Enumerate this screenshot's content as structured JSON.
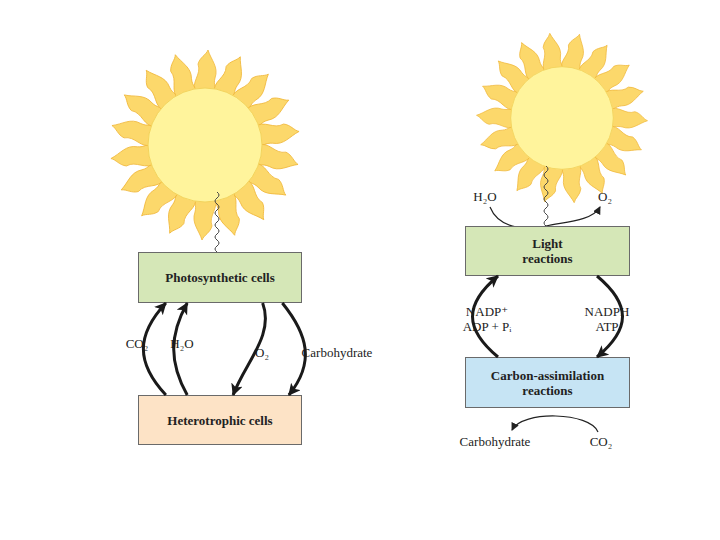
{
  "diagram": {
    "nodes": [
      {
        "text": [
          "Photosynthetic cells"
        ]
      },
      {
        "text": [
          "Heterotrophic cells"
        ]
      },
      {
        "text": [
          "Light reactions"
        ]
      },
      {
        "text": [
          "Carbon-assimilation reactions"
        ]
      }
    ],
    "edges": [
      {
        "from": 1,
        "to": 0,
        "arrow": "to",
        "label": "CO₂"
      },
      {
        "from": 1,
        "to": 0,
        "arrow": "to",
        "label": "H₂O"
      },
      {
        "from": 0,
        "to": 1,
        "arrow": "to",
        "label": "O₂"
      },
      {
        "from": 0,
        "to": 1,
        "arrow": "to",
        "label": "Carbohydrate"
      },
      {
        "from": 2,
        "to": 3,
        "arrow": "to",
        "label": "NADPH ATP"
      },
      {
        "from": 3,
        "to": 2,
        "arrow": "to",
        "label": "NADP⁺ ADP + Pᵢ"
      }
    ],
    "labels": [
      "H₂O",
      "O₂",
      "Carbohydrate",
      "CO₂"
    ]
  }
}
